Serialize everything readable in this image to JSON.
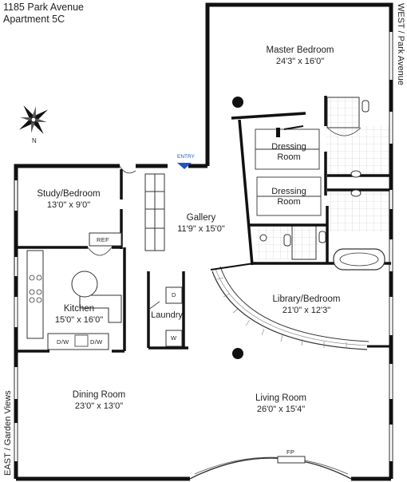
{
  "header": {
    "address": "1185 Park Avenue",
    "unit": "Apartment 5C"
  },
  "orientation": {
    "west_label": "WEST / Park Avenue",
    "east_label": "EAST / Garden Views",
    "compass_label": "N"
  },
  "entry_label": "ENTRY",
  "rooms": {
    "master_bedroom": {
      "name": "Master Bedroom",
      "dims": "24'3\" x 16'0\""
    },
    "dressing_room_1": {
      "name": "Dressing Room"
    },
    "dressing_room_2": {
      "name": "Dressing Room"
    },
    "study": {
      "name": "Study/Bedroom",
      "dims": "13'0\" x 9'0\""
    },
    "gallery": {
      "name": "Gallery",
      "dims": "11'9\" x 15'0\""
    },
    "kitchen": {
      "name": "Kitchen",
      "dims": "15'0\" x 16'0\""
    },
    "laundry": {
      "name": "Laundry"
    },
    "library": {
      "name": "Library/Bedroom",
      "dims": "21'0\" x 12'3\""
    },
    "dining": {
      "name": "Dining Room",
      "dims": "23'0\" x 13'0\""
    },
    "living": {
      "name": "Living Room",
      "dims": "26'0\" x 15'4\""
    }
  },
  "fixtures": {
    "ref": "REF",
    "dw_left": "D/W",
    "dw_right": "D/W",
    "dryer": "D",
    "washer": "W",
    "fireplace": "FP"
  },
  "colors": {
    "wall": "#111111",
    "thin": "#333333",
    "entry": "#1f56c0",
    "tile": "#bdbdbd"
  }
}
